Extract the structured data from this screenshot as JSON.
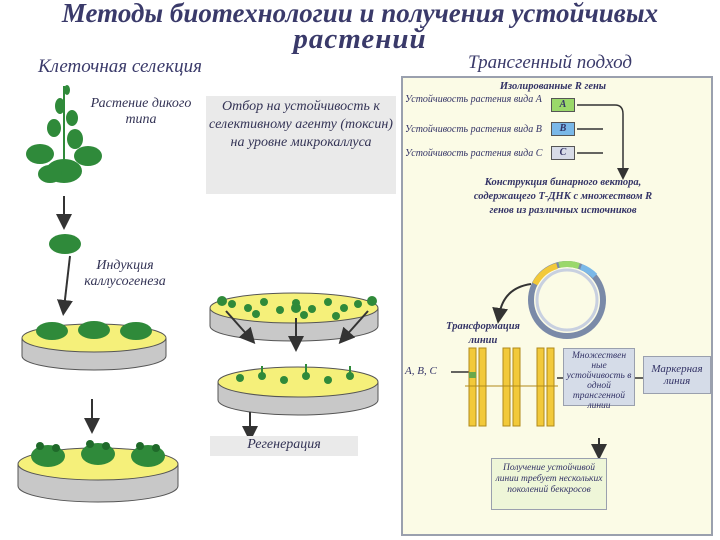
{
  "title": {
    "line1": "Методы биотехнологии и получения устойчивых",
    "line2": "растений"
  },
  "left_header": "Клеточная селекция",
  "right_header": "Трансгенный подход",
  "left": {
    "wild_plant": "Растение дикого типа",
    "callus_induction": "Индукция каллусогенеза",
    "selection": "Отбор на устойчивость к селективному агенту (токсин) на уровне микрокаллуса",
    "regeneration": "Регенерация"
  },
  "right": {
    "isolated_genes": "Изолированные R гены",
    "resist_a": "Устойчивость растения вида A",
    "resist_b": "Устойчивость растения вида B",
    "resist_c": "Устойчивость растения вида C",
    "gene_a": "A",
    "gene_b": "B",
    "gene_c": "C",
    "construct": "Конструкция бинарного вектора, содержащего Т-ДНК с множеством R генов из различных источников",
    "transformation": "Трансформация линии",
    "abc": "A, B, C",
    "multiple": "Множествен ные устойчивость в одной трансгенной линии",
    "marker": "Маркерная линия",
    "result": "Получение устойчивой линии требует нескольких поколений беккросов"
  },
  "colors": {
    "title": "#3a3a6a",
    "leaf": "#2f8a3a",
    "dish_medium": "#f5f07a",
    "dish_wall": "#c8c8c8",
    "chromosome": "#f2c93a",
    "panel_bg": "#fbfbe6"
  }
}
